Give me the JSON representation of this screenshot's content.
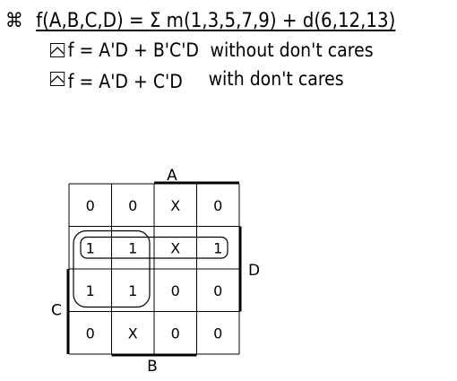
{
  "header": {
    "bullet_icon": "command-key-icon",
    "bullet_glyph": "⌘",
    "function": "f(A,B,C,D) = Σ m(1,3,5,7,9) + d(6,12,13)"
  },
  "results": [
    {
      "icon": "checkbox-icon",
      "expression": "f = A'D + B'C'D",
      "note": "without don't cares"
    },
    {
      "icon": "checkbox-icon",
      "expression": "f = A'D + C'D",
      "note": "with don't cares"
    }
  ],
  "kmap": {
    "variable_labels": {
      "top": "A",
      "right": "D",
      "left": "C",
      "bottom": "B"
    },
    "cells": [
      [
        "0",
        "0",
        "X",
        "0"
      ],
      [
        "1",
        "1",
        "X",
        "1"
      ],
      [
        "1",
        "1",
        "0",
        "0"
      ],
      [
        "0",
        "X",
        "0",
        "0"
      ]
    ],
    "groups": [
      {
        "label": "A'D",
        "rows": [
          1,
          2
        ],
        "cols": [
          0,
          1
        ]
      },
      {
        "label": "C'D",
        "rows": [
          1,
          1
        ],
        "cols": [
          0,
          3
        ]
      }
    ]
  }
}
